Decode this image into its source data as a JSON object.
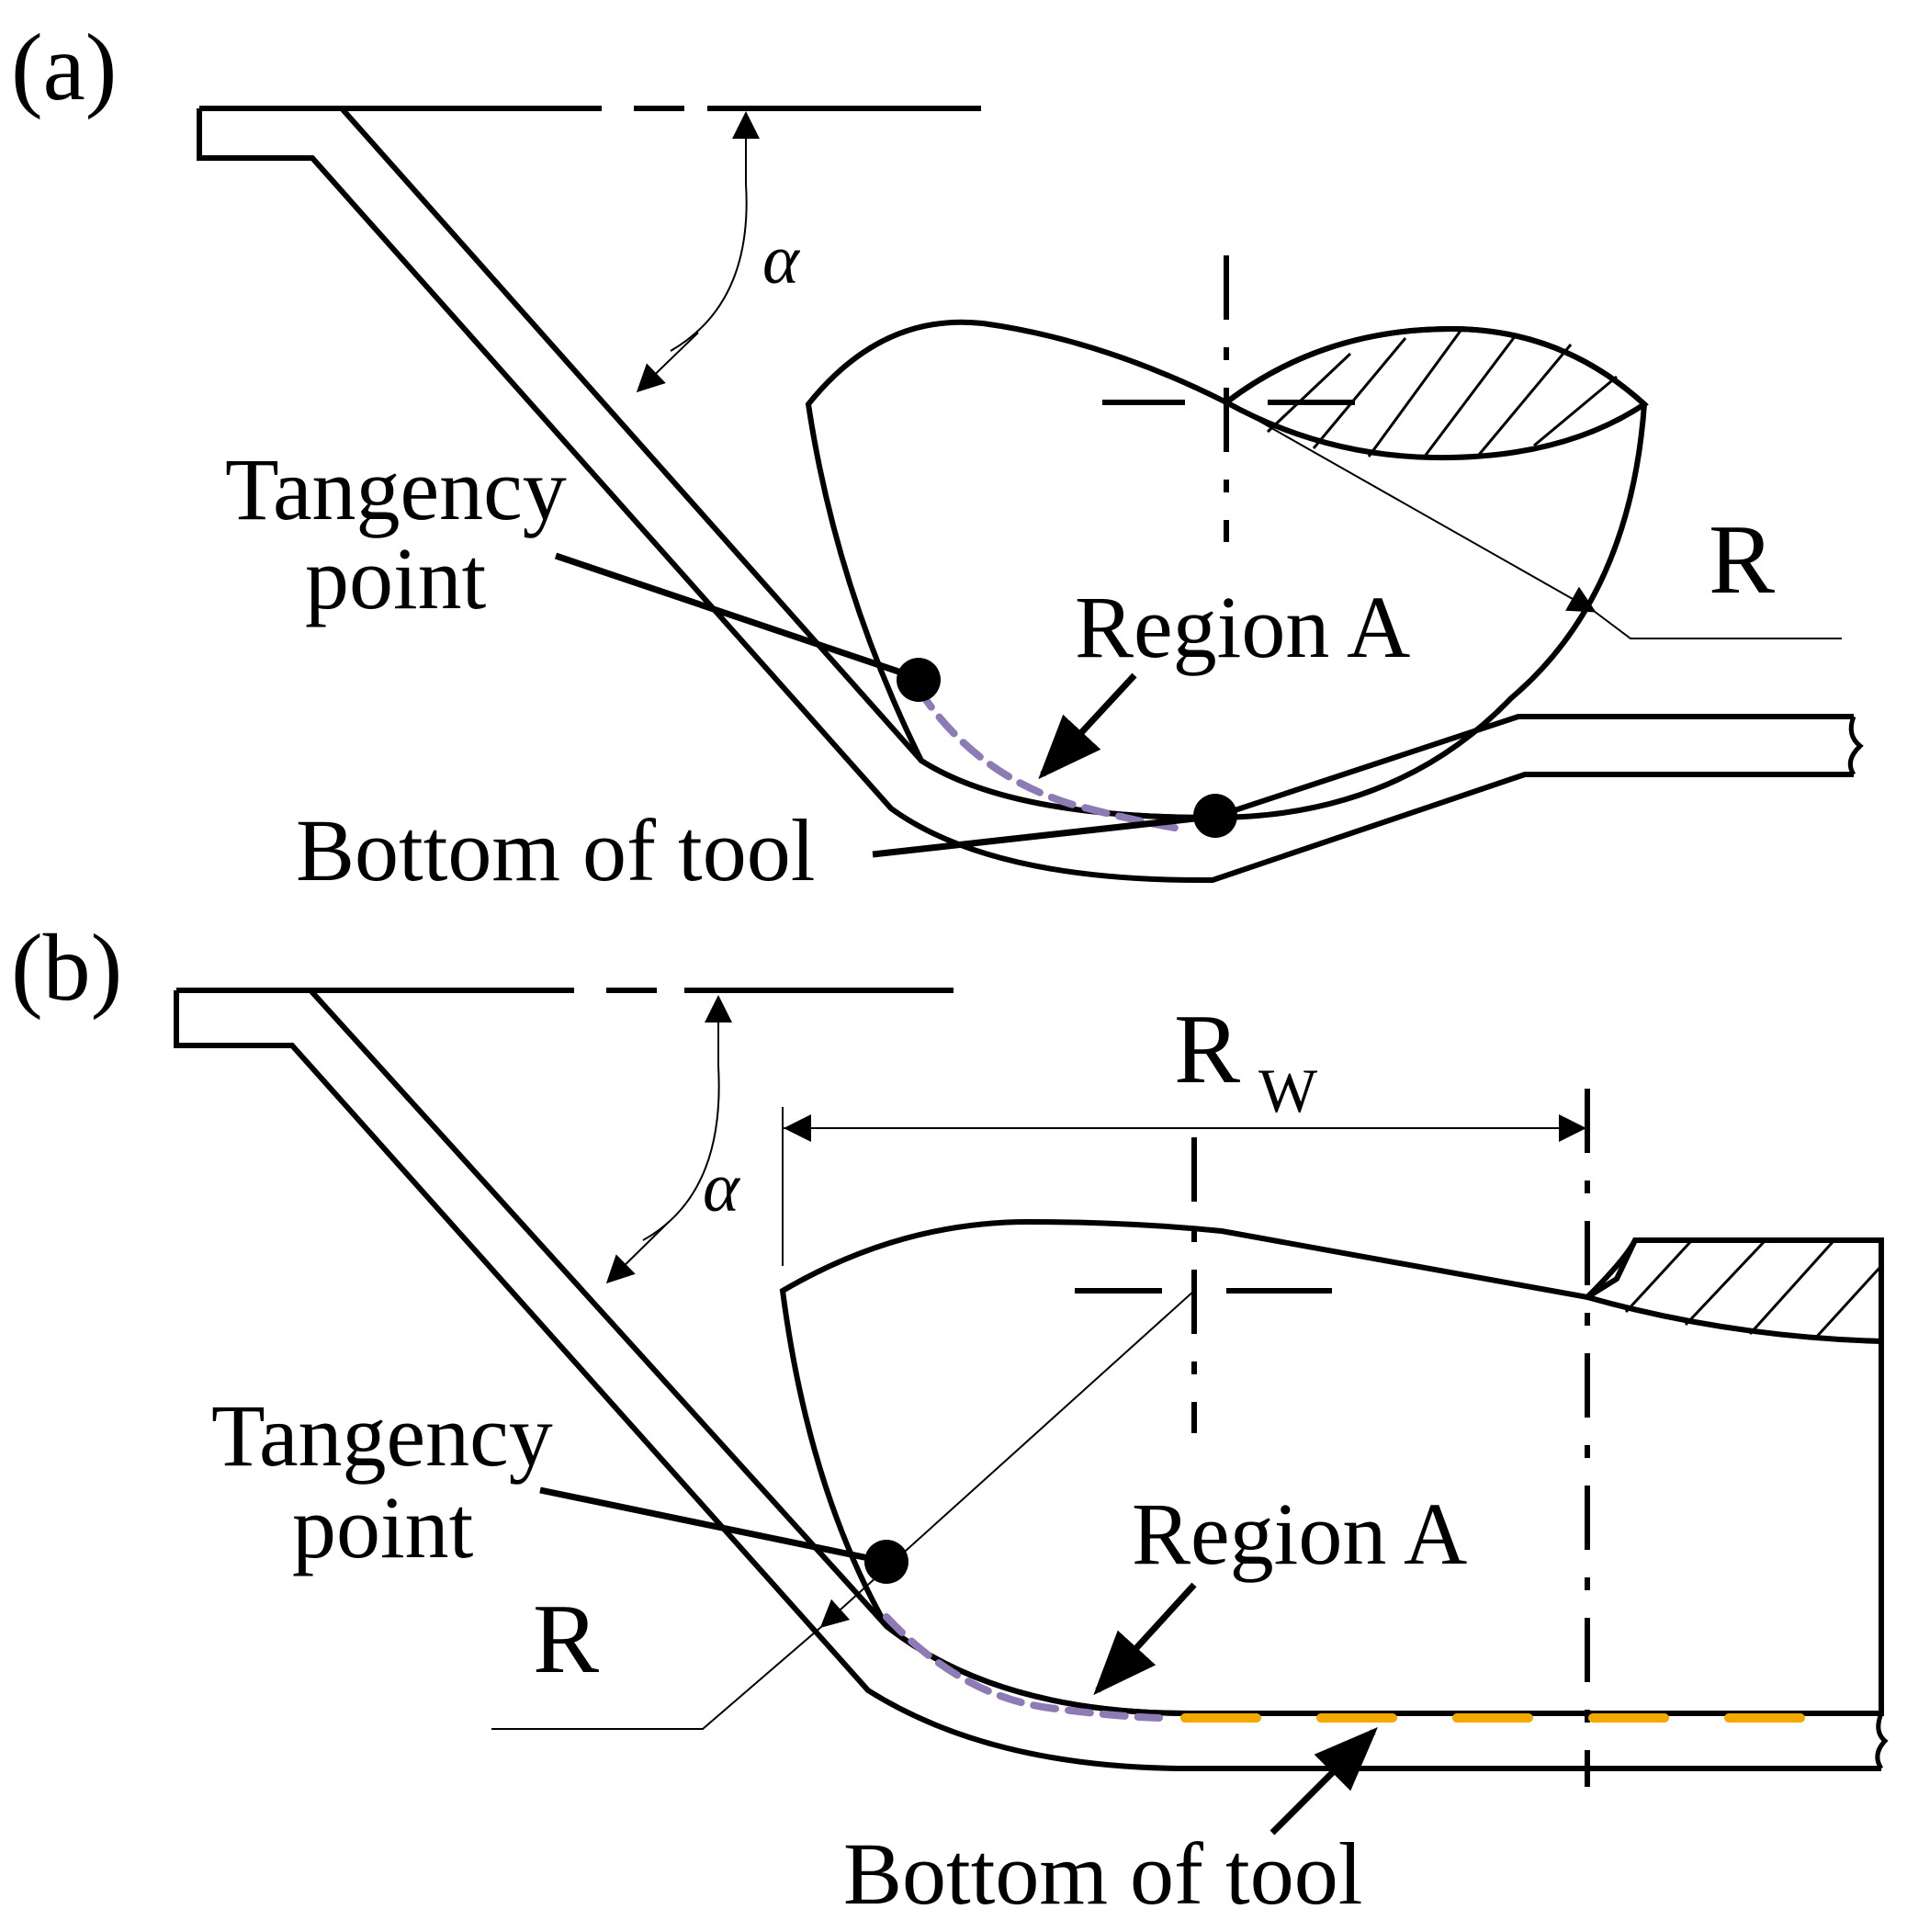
{
  "figure": {
    "panel_a": {
      "panel_label": "(a)",
      "angle_symbol": "α",
      "tangency_label_line1": "Tangency",
      "tangency_label_line2": "point",
      "region_label": "Region A",
      "bottom_label": "Bottom of tool",
      "radius_label": "R"
    },
    "panel_b": {
      "panel_label": "(b)",
      "angle_symbol": "α",
      "width_label_main": "R",
      "width_label_sub": "W",
      "tangency_label_line1": "Tangency",
      "tangency_label_line2": "point",
      "region_label": "Region A",
      "bottom_label": "Bottom of tool",
      "radius_label": "R"
    }
  },
  "colors": {
    "line": "#000000",
    "region_a_dashes": "#8e7ab5",
    "bottom_dashes": "#f2a900"
  }
}
